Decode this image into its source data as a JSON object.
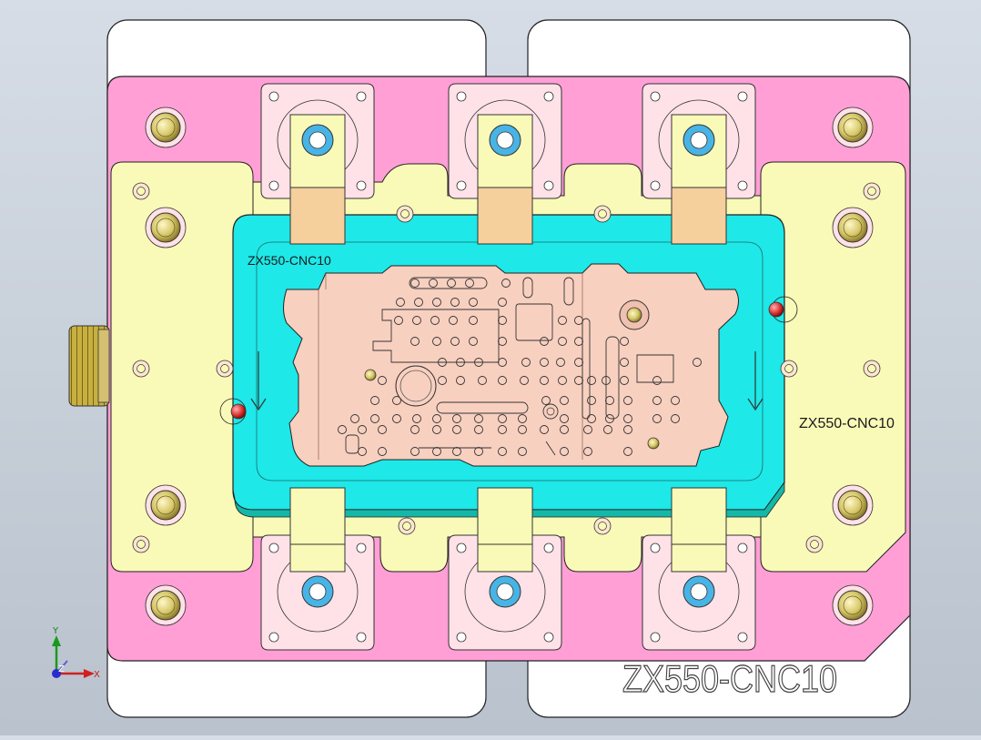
{
  "labels": {
    "part_top": "ZX550-CNC10",
    "part_right": "ZX550-CNC10",
    "base_engraving": "ZX550-CNC10"
  },
  "triad": {
    "x": "X",
    "y": "Y",
    "z": "Z"
  },
  "colors": {
    "background_top": "#d6dde6",
    "background_bottom": "#b9c2cd",
    "base_plate": "#ffffff",
    "fixture_plate": "#ff9fd6",
    "support_plate": "#fafab8",
    "locating_plate": "#1ee8e8",
    "workpiece": "#f8d0c0",
    "clamp": "#f5cf9c",
    "clamp_seat": "#ffe2e8",
    "bolt": "#d6c86a",
    "hole": "#48b4e6",
    "locator_pin": "#e03030",
    "handle": "#c8b040"
  }
}
